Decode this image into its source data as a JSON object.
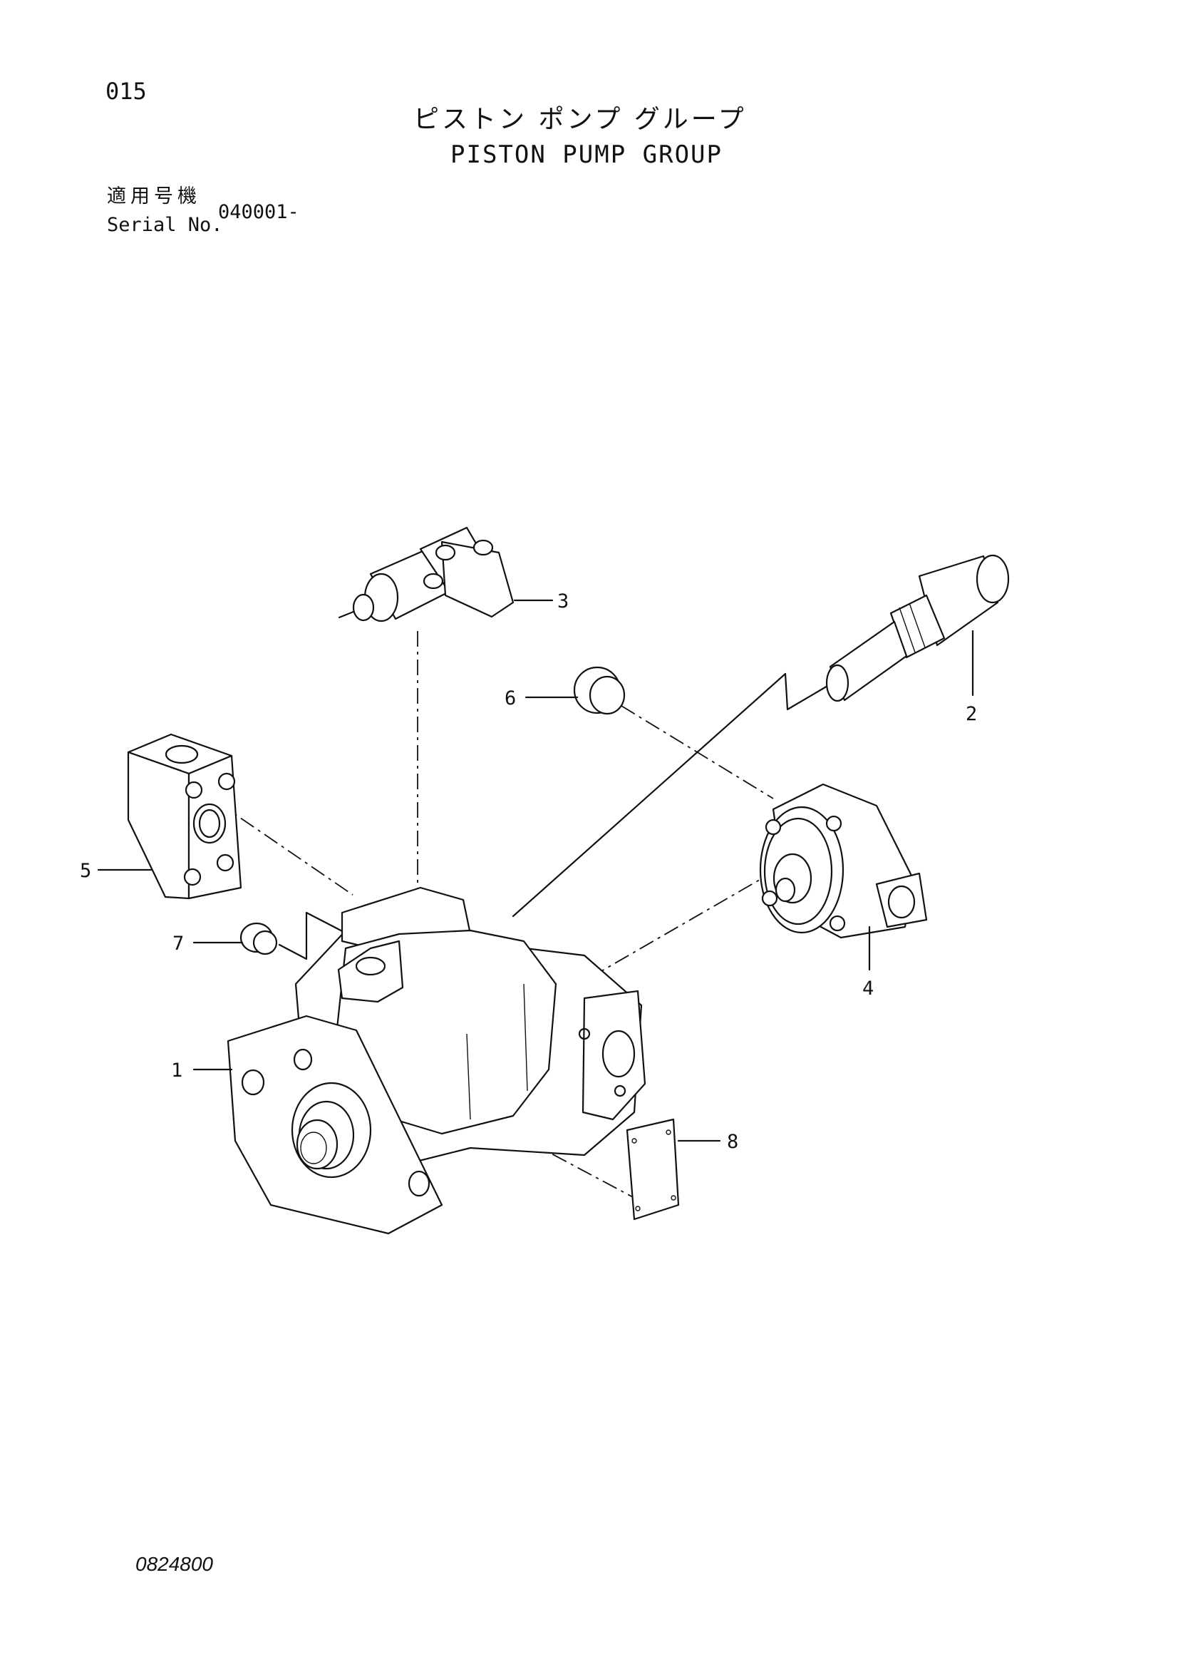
{
  "page": {
    "number": "015",
    "title_jp": "ピストン ポンプ グループ",
    "title_en": "PISTON PUMP GROUP",
    "serial_label_jp": "適用号機",
    "serial_label_en": "Serial No.",
    "serial_value": "040001-",
    "drawing_number": "0824800"
  },
  "callouts": [
    {
      "label": "1"
    },
    {
      "label": "2"
    },
    {
      "label": "3"
    },
    {
      "label": "4"
    },
    {
      "label": "5"
    },
    {
      "label": "6"
    },
    {
      "label": "7"
    },
    {
      "label": "8"
    }
  ]
}
